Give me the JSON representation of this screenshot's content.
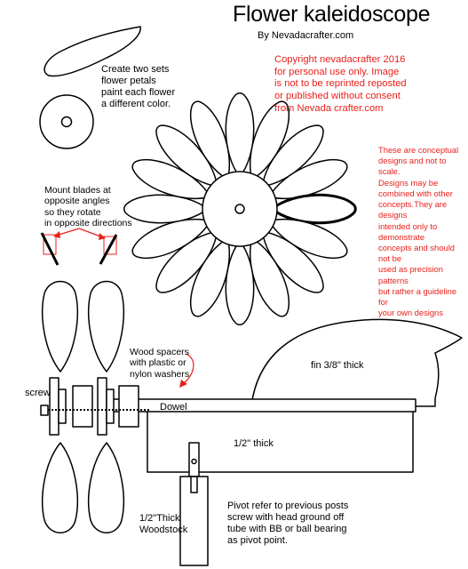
{
  "title": "Flower kaleidoscope",
  "byline": "By Nevadacrafter.com",
  "copyright": "Copyright nevadacrafter 2016\nfor personal use only. Image\nis not to be reprinted reposted\nor published without consent\nfrom Nevada crafter.com",
  "disclaimer": "These are conceptual\ndesigns and not to scale.\nDesigns may be\ncombined with other\nconcepts.They are designs\nintended only to demonstrate\nconcepts and should not be\nused as precision patterns\nbut rather a guideline for\nyour own designs",
  "labels": {
    "petals_note": "Create two sets\nflower petals\npaint each flower\na different color.",
    "blades_note": "Mount blades at\nopposite angles\nso they rotate\nin opposite directions",
    "spacers_note": "Wood spacers\nwith plastic or\nnylon washers",
    "screw": "screw",
    "dowel": "Dowel",
    "fin": "fin 3/8\" thick",
    "half_inch": "1/2\" thick",
    "pivot": "Pivot refer to previous posts\nscrew with head ground off\ntube with BB or ball bearing\nas pivot point.",
    "woodstock": "1/2\"Thick\nWoodstock"
  },
  "colors": {
    "line": "#000000",
    "copyright_text": "#e8201b"
  }
}
